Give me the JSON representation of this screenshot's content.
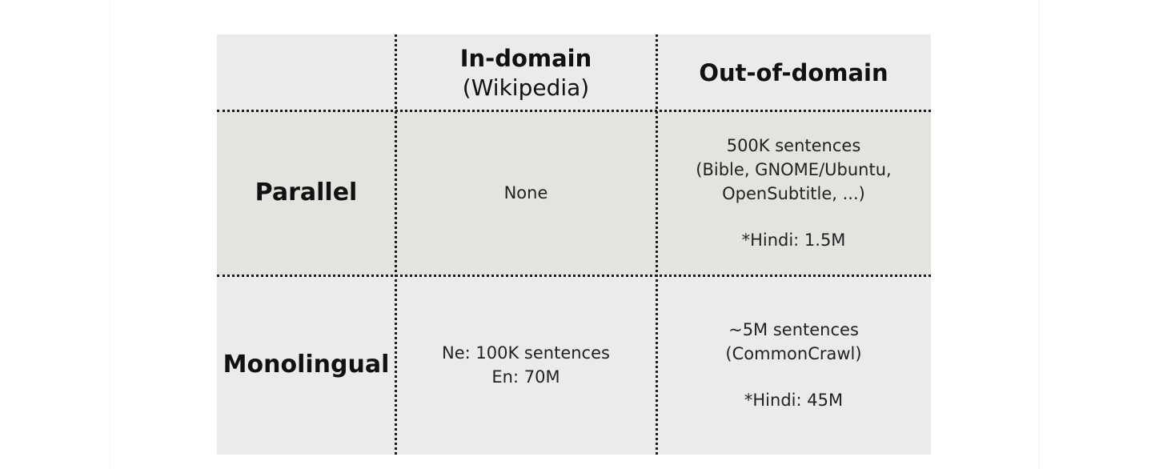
{
  "table": {
    "columns": [
      {
        "title": "",
        "subtitle": ""
      },
      {
        "title": "In-domain",
        "subtitle": "(Wikipedia)"
      },
      {
        "title": "Out-of-domain",
        "subtitle": ""
      }
    ],
    "rows": [
      {
        "label": "Parallel",
        "in_domain": [
          "None"
        ],
        "out_of_domain": [
          "500K sentences",
          "(Bible, GNOME/Ubuntu,",
          "OpenSubtitle, ...)"
        ],
        "out_of_domain_note": "*Hindi: 1.5M"
      },
      {
        "label": "Monolingual",
        "in_domain": [
          "Ne: 100K sentences",
          "En: 70M"
        ],
        "out_of_domain": [
          "~5M sentences",
          "(CommonCrawl)"
        ],
        "out_of_domain_note": "*Hindi: 45M"
      }
    ]
  },
  "colors": {
    "cell_light": "#ebebeb",
    "cell_dark": "#e4e3df",
    "grid_lines": "#1a1a1a"
  }
}
